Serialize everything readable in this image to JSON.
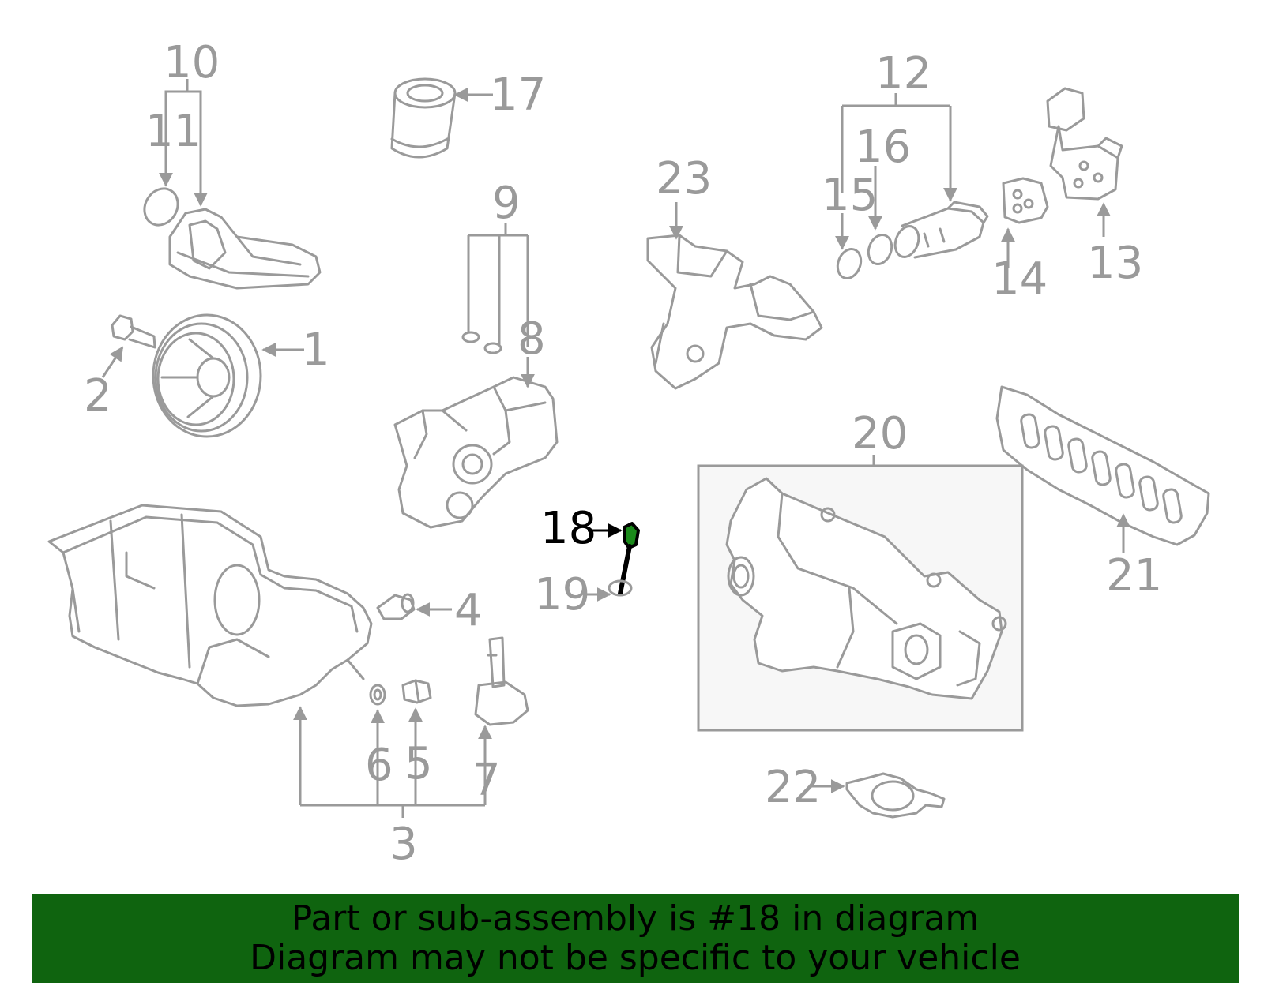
{
  "callouts": {
    "c1": "1",
    "c2": "2",
    "c3": "3",
    "c4": "4",
    "c5": "5",
    "c6": "6",
    "c7": "7",
    "c8": "8",
    "c9": "9",
    "c10": "10",
    "c11": "11",
    "c12": "12",
    "c13": "13",
    "c14": "14",
    "c15": "15",
    "c16": "16",
    "c17": "17",
    "c18": "18",
    "c19": "19",
    "c20": "20",
    "c21": "21",
    "c22": "22",
    "c23": "23"
  },
  "banner": {
    "line1": "Part or sub-assembly is #18 in diagram",
    "line2": "Diagram may not be specific to your vehicle"
  },
  "colors": {
    "line": "#9a9a9a",
    "highlight": "#000000",
    "banner_bg": "#0f640f"
  }
}
